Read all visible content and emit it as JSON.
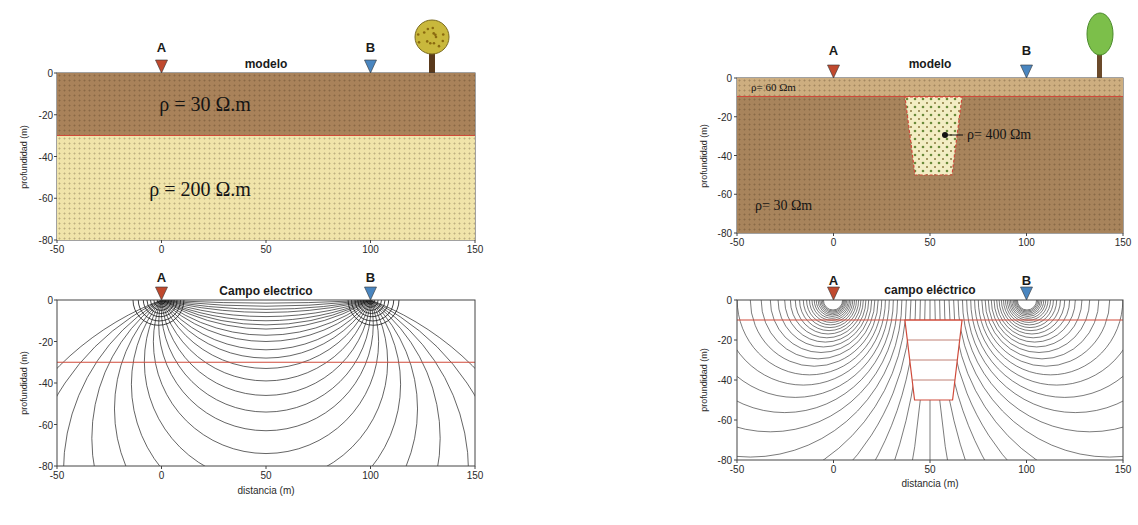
{
  "diagram": {
    "nodes": [
      {
        "text": [
          "ρ = 30 Ω.m"
        ]
      },
      {
        "text": [
          "ρ = 200 Ω.m"
        ]
      },
      {
        "text": [
          "ρ= 60 Ωm"
        ]
      },
      {
        "text": [
          "ρ= 30 Ωm"
        ]
      },
      {
        "text": [
          "ρ= 400 Ωm"
        ],
        "in": 3
      }
    ],
    "labels": [
      "A",
      "modelo",
      "B",
      "0",
      "-20",
      "-40",
      "-60",
      "-80",
      "profundidad (m)",
      "-50",
      "0",
      "50",
      "100",
      "150",
      "A",
      "Campo electrico",
      "B",
      "0",
      "-20",
      "-40",
      "-60",
      "-80",
      "profundidad (m)",
      "-50",
      "0",
      "50",
      "100",
      "150",
      "distancia (m)",
      "A",
      "modelo",
      "B",
      "0",
      "-20",
      "-40",
      "-60",
      "-80",
      "profundidad (m)",
      "-50",
      "0",
      "50",
      "100",
      "150",
      "A",
      "campo eléctrico",
      "B",
      "0",
      "-20",
      "-40",
      "-60",
      "-80",
      "profundidad (m)",
      "-50",
      "0",
      "50",
      "100",
      "150",
      "distancia (m)"
    ]
  }
}
